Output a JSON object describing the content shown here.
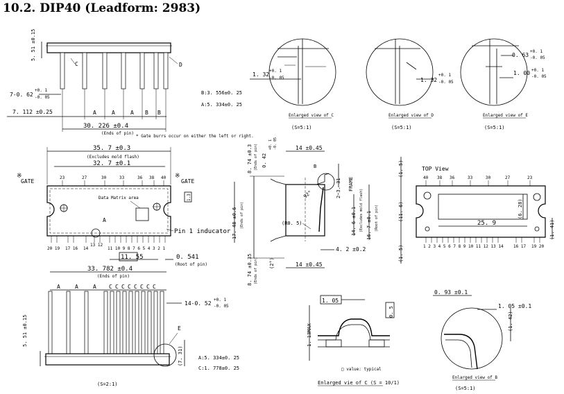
{
  "title": "10.2.  DIP40 (Leadform: 2983)",
  "side_view": {
    "dim_height": "5. 51 ±0.15",
    "label_c": "C",
    "label_d": "D",
    "dim_7_062": "7-0. 62",
    "tol_7_062": [
      "+0. 1",
      "-0. 05"
    ],
    "dim_7112": "7. 112 ±0.25",
    "pitch_labels": [
      "A",
      "A",
      "A",
      "B",
      "B"
    ],
    "pitch_b": "B:3. 556±0. 25",
    "pitch_a": "A:5. 334±0. 25",
    "dim_30226": "30. 226 ±0.4",
    "ends_of_pin": "(Ends of pin)",
    "gate_note": "* Gate burrs occur on either the left or right."
  },
  "top_view": {
    "dim_357": "35. 7 ±0.3",
    "excludes_flash": "(Excludes mold flash)",
    "dim_327": "32. 7 ±0.1",
    "gate_left": "GATE",
    "gate_right": "GATE",
    "asterisk": "※",
    "top_pin_numbers": [
      "23",
      "27",
      "30",
      "33",
      "36",
      "38",
      "40"
    ],
    "data_matrix": "Data Matrix area",
    "label_a": "A",
    "dim_13": "1.3",
    "pin1": "Pin 1 inducator",
    "bottom_pin_numbers": [
      "20 19",
      "17 16",
      "14",
      "13 12",
      "11 10 9 8 7 6 5 4 3 2 1"
    ],
    "dim_1155": "11. 55",
    "dim_0541": "0. 541",
    "root_of_pin": "(Root of pin)"
  },
  "front_view": {
    "dim_33782": "33. 782 ±0.4",
    "ends_of_pin": "(Ends of pin)",
    "pitch_labels": [
      "A",
      "A",
      "A",
      "C",
      "C",
      "C",
      "C",
      "C",
      "C",
      "C",
      "C"
    ],
    "dim_14_052": "14-0. 52",
    "tol_14_052": [
      "+0. 1",
      "-0. 05"
    ],
    "dim_height": "5. 51 ±0.15",
    "label_e": "E",
    "dim_731": "(7. 31)",
    "pitch_a": "A:5. 334±0. 25",
    "pitch_c": "C:1. 778±0. 25",
    "scale": "(S=2:1)"
  },
  "end_view": {
    "dim_874_top": "8. 74 ±0.3",
    "ends_of_pin_top": "(Ends of pin)",
    "dim_042": "0. 42",
    "tol_042": [
      "+0. 1",
      "-0. 05"
    ],
    "dim_14_top": "14 ±0.45",
    "label_b": "B",
    "dim_23_31": "2~3. 31",
    "frame": "FRAME",
    "dim_1748": "17. 48 ±0.6",
    "ends_of_pin_mid": "(Ends of pin)",
    "angle_92": "92°",
    "dim_146": "14. 6 ±0.1",
    "excludes_flash": "(Excludes mold flash)",
    "dim_167": "16. 7 ±0.1",
    "root_of_pin": "(Root of pin)",
    "r05": "(R0. 5)",
    "angle_2": "(2°)",
    "dim_42": "4. 2 ±0.2",
    "dim_874_bot": "8. 74 ±0.35",
    "ends_of_pin_bot": "(Ends of pin)",
    "dim_14_bot": "14 ±0.45"
  },
  "detail_c": {
    "dim_132": "1. 32",
    "tol": [
      "+0. 1",
      "-0. 05"
    ],
    "caption": "Enlarged view of C",
    "scale": "(S=5:1)"
  },
  "detail_d": {
    "dim_132": "1. 32",
    "tol": [
      "+0. 1",
      "-0. 05"
    ],
    "caption": "Enlarged view of D",
    "scale": "(S=5:1)"
  },
  "detail_e": {
    "dim_063": "0. 63",
    "tol_063": [
      "+0. 1",
      "-0. 05"
    ],
    "dim_100": "1. 00",
    "tol_100": [
      "+0. 1",
      "-0. 05"
    ],
    "caption": "Enlarged view of E",
    "scale": "(S=5:1)"
  },
  "top_view_small": {
    "label": "TOP View",
    "dim_15_top": "(1. 5)",
    "dim_116": "(11. 6)",
    "dim_15_bot": "(1. 5)",
    "dim_628": "(6. 28)",
    "dim_259": "25. 9",
    "dim_141": "(1. 41)",
    "top_pin_numbers": [
      "40",
      "38",
      "36",
      "33",
      "30",
      "27",
      "23"
    ],
    "bottom_pin_numbers": [
      "1 2 3 4 5 6 7 8 9 10 11 12 13 14",
      "16 17",
      "19 20"
    ]
  },
  "detail_c_10": {
    "dim_105": "1. 05",
    "dim_05": "0. 5",
    "dim_113": "1. 13MAX",
    "note": "□ value: typical",
    "caption": "Enlarged vie of C (S = 10/1)"
  },
  "detail_b": {
    "dim_093": "0. 93 ±0.1",
    "dim_105": "1. 05 ±0.1",
    "dim_142": "(1. 42)",
    "caption": "Enlarged view of B",
    "scale": "(S=5:1)"
  }
}
